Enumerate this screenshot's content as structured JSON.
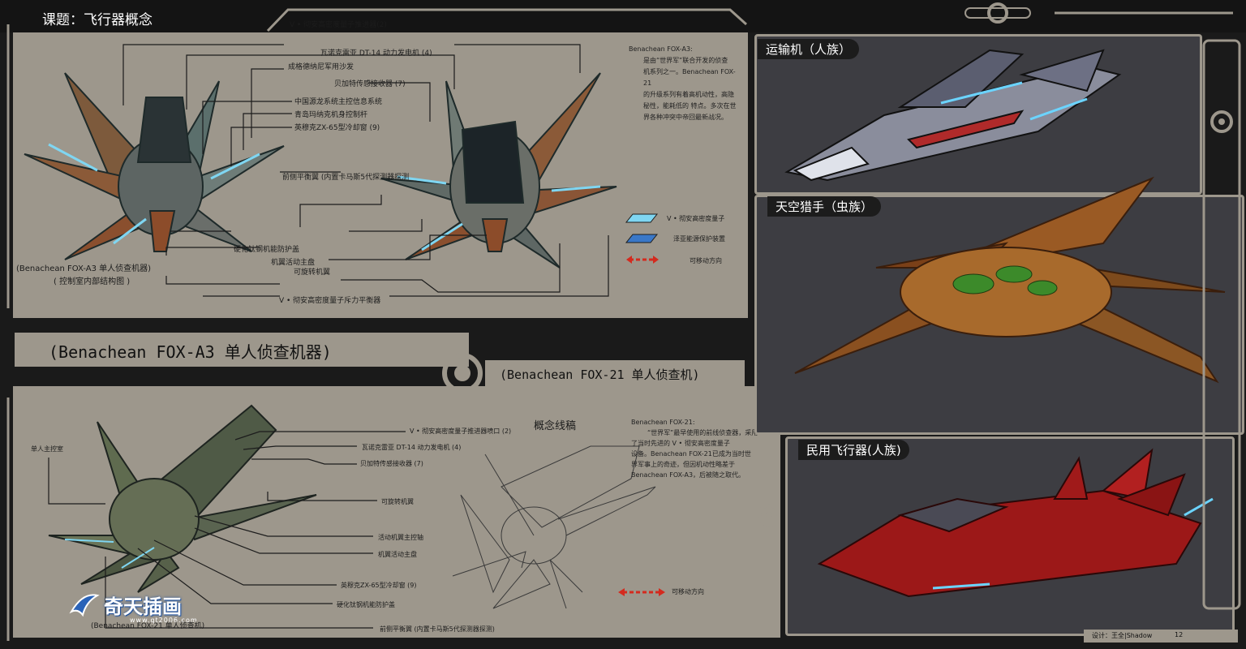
{
  "header": {
    "title": "课题：飞行器概念"
  },
  "top_panel": {
    "callouts": [
      "V • 彻安高密度量子推进器(2)",
      "瓦诺克雷亚 DT-14 动力发电机 (4)",
      "成格德纳尼军用沙发",
      "贝加特传感接收器 (7)",
      "中国源龙系统主控信息系统",
      "青岛玛纳克机身控制杆",
      "英穆克ZX-65型冷却窗 (9)",
      "前侧平衡翼 (内置卡马斯5代探测器探测",
      "硬化钛钢机能防护盖",
      "机翼活动主盘",
      "可旋转机翼",
      "V • 彻安高密度量子斥力平衡器"
    ],
    "interior_caption_1": "(Benachean FOX-A3 单人侦查机器)",
    "interior_caption_2": "( 控制室内部结构图 )",
    "desc_title": "Benachean FOX-A3:",
    "desc_lines": [
      "是由“世界军”联合开发的侦查",
      "机系列之一。Benachean FOX-21",
      "的升级系列有着高机动性，高隐",
      "秘性，能耗低的 特点。多次在世",
      "界各种冲突中帝回最新战况。"
    ],
    "legend": [
      {
        "color": "#7fd6f2",
        "label": "V • 彻安高密度量子"
      },
      {
        "color": "#3a78c8",
        "label": "泽亚能源保护装置"
      },
      {
        "color": "#d42a1e",
        "label": "可移动方向"
      }
    ]
  },
  "banner_a3": "(Benachean FOX-A3 单人侦查机器)",
  "banner_21": "(Benachean FOX-21 单人侦查机)",
  "bottom_panel": {
    "callout_cockpit": "单人主控室",
    "callouts": [
      "V • 彻安高密度量子推进器喷口 (2)",
      "瓦诺克雷亚 DT-14 动力发电机 (4)",
      "贝加特传感接收器 (7)",
      "可旋转机翼",
      "活动机翼主控轴",
      "机翼活动主盘",
      "英穆克ZX-65型冷却窗 (9)",
      "硬化钛钢机能防护盖",
      "前侧平衡翼 (内置卡马斯5代探测器探测)"
    ],
    "sketch_title": "概念线稿",
    "desc_title": "Benachean FOX-21:",
    "desc_lines": [
      "“世界军”最早使用的前线侦查器，采用",
      "了当时先进的 V • 彻安高密度量子",
      "设备。Benachean FOX-21已成为当时世",
      "界军事上的奇迹，但因机动性略差于",
      "Benachean FOX-A3，后被随之取代。"
    ],
    "move_label": "可移动方向",
    "small_caption": "(Benachean FOX-21 单人侦查机)"
  },
  "watermark": {
    "brand": "奇天插画",
    "url": "www.qt2006.com"
  },
  "right_panels": [
    {
      "caption": "运输机（人族）"
    },
    {
      "caption": "天空猎手（虫族）"
    },
    {
      "caption": "民用飞行器(人族)"
    }
  ],
  "footer": {
    "credit": "设计：王全|Shadow",
    "page": "12"
  },
  "colors": {
    "panel": "#9d978c",
    "frame": "#1a1a1a",
    "dark_panel": "#3d3d42",
    "accent_cyan": "#7fd6f2",
    "arrow_red": "#d42a1e"
  }
}
